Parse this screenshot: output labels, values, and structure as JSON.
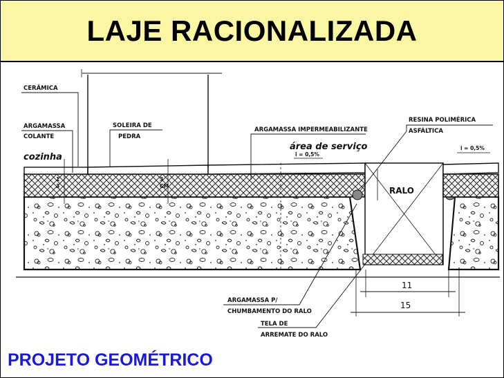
{
  "title": "LAJE RACIONALIZADA",
  "footer": "PROJETO GEOMÉTRICO",
  "colors": {
    "title_band": "#fbf6a4",
    "footer_text": "#1a1ad6"
  },
  "labels": {
    "ceramica": "CERÂMICA",
    "argamassa_colante_1": "ARGAMASSA",
    "argamassa_colante_2": "COLANTE",
    "cozinha": "cozinha",
    "soleira_1": "SOLEIRA DE",
    "soleira_2": "PEDRA",
    "argamassa_imp": "ARGAMASSA IMPERMEABILIZANTE",
    "area_servico": "área de serviço",
    "slope_left": "i = 0,5%",
    "resina_1": "RESINA POLIMÉRICA",
    "resina_2": "ASFÁLTICA",
    "slope_right": "i = 0,5%",
    "ralo": "RALO",
    "dim_inner": "11",
    "dim_outer": "15",
    "chumbamento_1": "ARGAMASSA P/",
    "chumbamento_2": "CHUMBAMENTO DO RALO",
    "tela_1": "TELA DE",
    "tela_2": "ARREMATE DO RALO",
    "thk_1": "1",
    "thk_2": "3",
    "thk_3": "3",
    "thk_4": "CM"
  }
}
